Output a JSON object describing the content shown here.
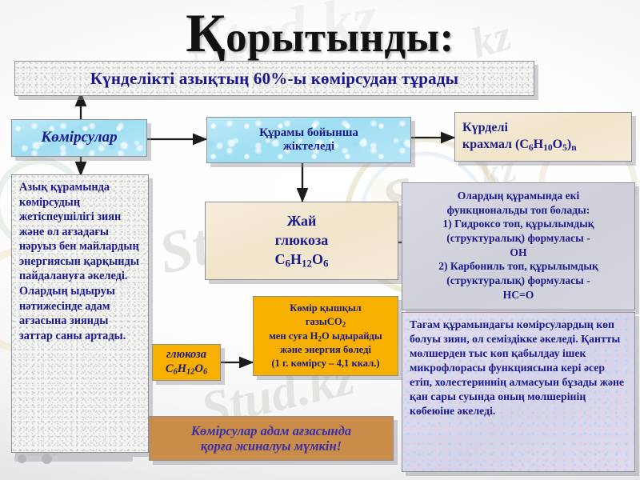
{
  "slide": {
    "title_first_letter": "Қ",
    "title_rest": "орытынды:",
    "title_full": "Қорытынды:"
  },
  "watermarks": {
    "top_kz": "kz",
    "mid_kz": "kz",
    "main": "Stud.kz - S",
    "bottom": "Stud.kz",
    "title_overlay": "Stud.kz"
  },
  "banner": {
    "text": "Күнделікті азықтың  60%-ы көмірсудан тұрады"
  },
  "boxes": {
    "carbohydrates": {
      "label": "Көмірсулар"
    },
    "classified": {
      "line1": "Құрамы бойынша",
      "line2": "жіктеледі"
    },
    "deficiency": {
      "text": "Азық құрамында көмірсудың жетіспеушілігі зиян және ол ағзадағы нәруыз бен майлардың энергиясын қарқынды пайдалануға әкеледі. Олардың ыдыруы нәтижесінде адам ағзасына зиянды заттар саны артады."
    },
    "simple_glucose": {
      "line1": "Жай",
      "line2": "глюкоза",
      "formula_parts": [
        "C",
        "6",
        "H",
        "12",
        "O",
        "6"
      ]
    },
    "complex_starch": {
      "line1": "Күрделі",
      "line2_prefix": "крахмал (C",
      "line2_sub1": "6",
      "line2_mid1": "H",
      "line2_sub2": "10",
      "line2_mid2": "O",
      "line2_sub3": "5",
      "line2_suffix": ")",
      "line2_sup": "n"
    },
    "functional_groups": {
      "line1": "Олардың құрамында екі",
      "line2": "функциональды топ болады:",
      "line3": "1) Гидроксо топ, құрылымдық",
      "line4": "(структуралық) формуласы  -",
      "line5": "ОН",
      "line6": "2) Карбониль топ, құрылымдық",
      "line7": "(структуралық) формуласы   -",
      "line8_clipped": "НС=О"
    },
    "co2_breakdown": {
      "line1_prefix": "Көмір қышқыл",
      "line2_prefix": "газы",
      "line2_formula": "CO",
      "line2_sub": "2",
      "line3_prefix": "мен суға H",
      "line3_sub": "2",
      "line3_suffix": "O ыдырайды",
      "line4": "және энергия бөледі",
      "line5": "(1 г. көмірсу – 4,1  ккал.)"
    },
    "glucose_small": {
      "label": "глюкоза",
      "formula_parts": [
        "C",
        "6",
        "H",
        "12",
        "O",
        "6"
      ]
    },
    "excess_harm": {
      "text": "Тағам құрамындағы көмірсулардың көп болуы зиян, ол семіздікке әкеледі. Қантты мөлшерден тыс көп қабылдау ішек микрофлорасы функциясына кері әсер етіп, холестериннің алмасуын бұзады және қан  сары суында оның мөлшерінің көбеюіне әкеледі."
    },
    "storage_note": {
      "line1": "Көмірсулар адам ағзасында",
      "line2": "қорға жиналуы мүмкін!"
    }
  },
  "colors": {
    "text_navy": "#1a1a8c",
    "title_black": "#111111",
    "water_cyan": "#a9e4f5",
    "beige": "#f2e6cf",
    "steel": "#d3d3dd",
    "violet": "#d6d8ec",
    "orange": "#f7b000",
    "wood": "#c98d49",
    "wood_text_purple": "#3b2fa8",
    "box_border": "#8f8f96",
    "arrow": "#1c1c1c"
  }
}
